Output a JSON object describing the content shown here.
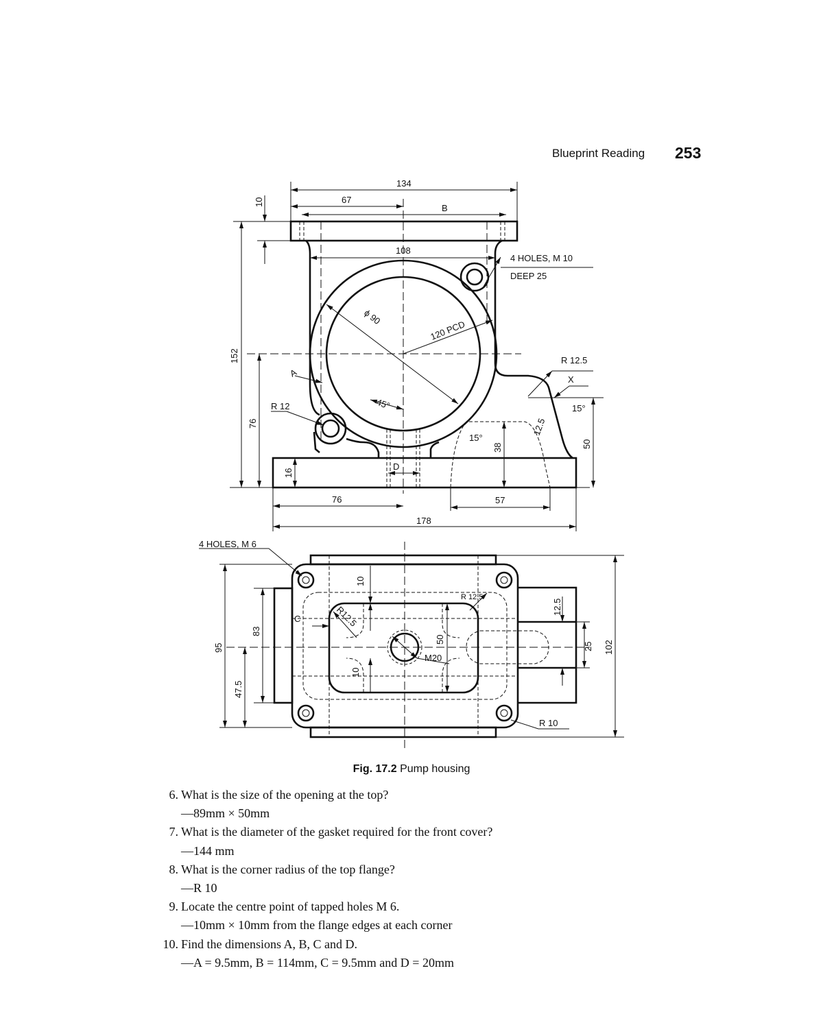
{
  "header": {
    "section": "Blueprint Reading",
    "page_number": "253"
  },
  "drawing": {
    "front": {
      "d134": "134",
      "d67": "67",
      "dB": "B",
      "d10": "10",
      "d108": "108",
      "holes_m10": "4 HOLES, M 10",
      "deep25": "DEEP 25",
      "phi90": "ϕ 90",
      "pcd": "120 PCD",
      "r125": "R 12.5",
      "x": "X",
      "a15_right": "15°",
      "d50": "50",
      "d125": "12.5",
      "d38": "38",
      "a15": "15°",
      "r12": "R 12",
      "dA": "A",
      "a45": "45°",
      "d152": "152",
      "d76v": "76",
      "d16": "16",
      "dD": "D",
      "d76": "76",
      "d57": "57",
      "d178": "178"
    },
    "plan": {
      "holes_m6": "4 HOLES, M 6",
      "d10_top": "10",
      "r125": "R 12.5",
      "r125b": "R12.5",
      "dC": "C",
      "d50": "50",
      "m20": "M20",
      "d10_bot": "10",
      "d95": "95",
      "d475": "47.5",
      "d83": "83",
      "d125": "12.5",
      "d25": "25",
      "d102": "102",
      "r10": "R 10"
    }
  },
  "caption": {
    "fig": "Fig. 17.2",
    "title": "Pump housing"
  },
  "questions": [
    {
      "num": "6.",
      "q": "What is the size of the opening at the top?",
      "a": "—89mm × 50mm"
    },
    {
      "num": "7.",
      "q": "What is the diameter of the gasket required for the front cover?",
      "a": "—144 mm"
    },
    {
      "num": "8.",
      "q": "What is the corner radius of the top flange?",
      "a": "—R 10"
    },
    {
      "num": "9.",
      "q": "Locate the centre point of tapped holes M 6.",
      "a": "—10mm × 10mm from the flange edges at each corner"
    },
    {
      "num": "10.",
      "q": "Find the dimensions A, B, C and D.",
      "a": "—A = 9.5mm, B = 114mm, C = 9.5mm and D = 20mm"
    }
  ]
}
